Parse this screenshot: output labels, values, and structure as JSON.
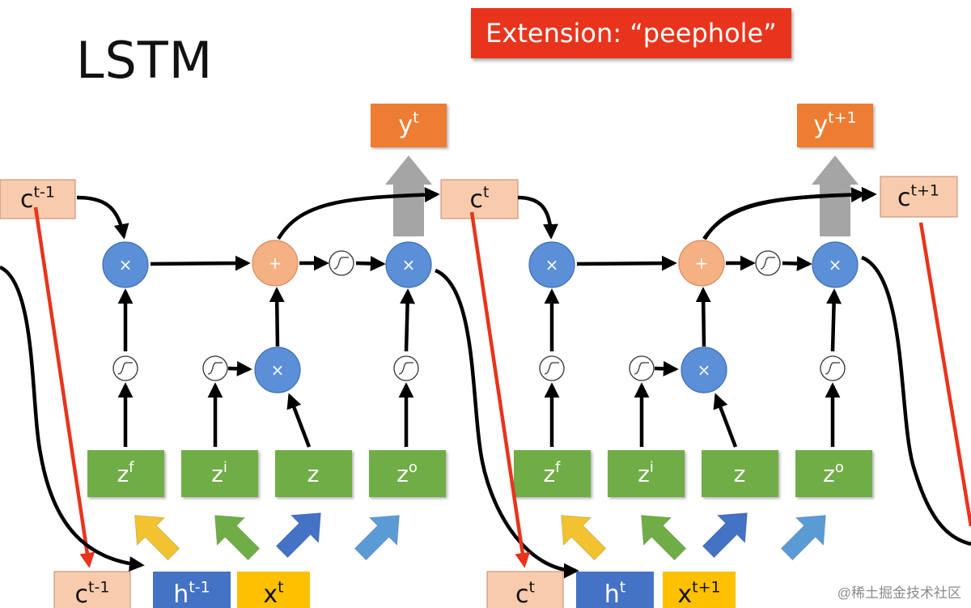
{
  "title": "LSTM",
  "extension_label": "Extension: “peephole”",
  "watermark": "@稀土掘金技术社区",
  "colors": {
    "gate_green": "#70ad47",
    "multiply_blue": "#5b8fd8",
    "add_salmon": "#f4b183",
    "cell_box": "#f8cbad",
    "output_orange": "#ed7d31",
    "peephole_red": "#e8341c",
    "arrow_yellow": "#f2c230",
    "arrow_green": "#70ad47",
    "arrow_blue": "#4472c4",
    "arrow_lightblue": "#5b9bd5",
    "input_h_blue": "#4472c4",
    "input_x_yellow": "#ffc000"
  },
  "symbols": {
    "multiply": "×",
    "add": "+"
  },
  "cells": [
    {
      "c_prev": {
        "base": "c",
        "sup": "t-1"
      },
      "c_next": {
        "base": "c",
        "sup": "t"
      },
      "y": {
        "base": "y",
        "sup": "t"
      },
      "gates": [
        {
          "base": "z",
          "sup": "f"
        },
        {
          "base": "z",
          "sup": "i"
        },
        {
          "base": "z",
          "sup": ""
        },
        {
          "base": "z",
          "sup": "o"
        }
      ],
      "inputs": [
        {
          "base": "c",
          "sup": "t-1"
        },
        {
          "base": "h",
          "sup": "t-1"
        },
        {
          "base": "x",
          "sup": "t"
        }
      ]
    },
    {
      "c_prev": {
        "base": "c",
        "sup": "t"
      },
      "c_next": {
        "base": "c",
        "sup": "t+1"
      },
      "y": {
        "base": "y",
        "sup": "t+1"
      },
      "gates": [
        {
          "base": "z",
          "sup": "f"
        },
        {
          "base": "z",
          "sup": "i"
        },
        {
          "base": "z",
          "sup": ""
        },
        {
          "base": "z",
          "sup": "o"
        }
      ],
      "inputs": [
        {
          "base": "c",
          "sup": "t"
        },
        {
          "base": "h",
          "sup": "t"
        },
        {
          "base": "x",
          "sup": "t+1"
        }
      ]
    }
  ]
}
